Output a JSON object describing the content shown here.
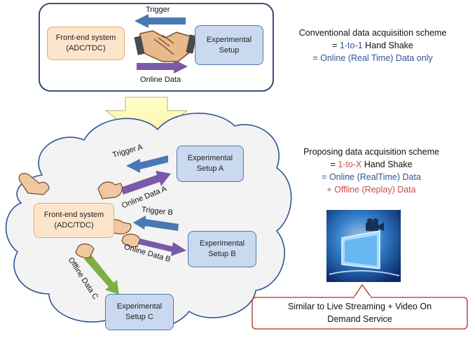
{
  "top": {
    "frontend": [
      "Front-end system",
      "(ADC/TDC)"
    ],
    "experimental": [
      "Experimental",
      "Setup"
    ],
    "trigger": "Trigger",
    "online_data": "Online Data"
  },
  "conventional": {
    "title": "Conventional data acquisition scheme",
    "line2_eq": "= ",
    "line2_hl": "1-to-1",
    "line2_rest": " Hand Shake",
    "line3": "= Online (Real Time) Data only"
  },
  "proposing": {
    "title": "Proposing data acquisition scheme",
    "line2_eq": "= ",
    "line2_hl": "1-to-X",
    "line2_rest": " Hand Shake",
    "line3": "= Online (RealTime) Data",
    "line4": "+ Offline (Replay) Data"
  },
  "cloud": {
    "frontend": [
      "Front-end system",
      "(ADC/TDC)"
    ],
    "setup_a": [
      "Experimental",
      "Setup A"
    ],
    "setup_b": [
      "Experimental",
      "Setup B"
    ],
    "setup_c": [
      "Experimental",
      "Setup C"
    ],
    "trigger_a": "Trigger A",
    "online_a": "Online Data A",
    "trigger_b": "Trigger B",
    "online_b": "Online Data B",
    "offline_c": "Offline Data C"
  },
  "callout": [
    "Similar to Live Streaming + Video On",
    "Demand Service"
  ],
  "colors": {
    "frontend_fill": "#fde5cc",
    "frontend_border": "#f0a860",
    "setup_fill": "#c9d9ef",
    "setup_border": "#4a78b5",
    "trigger_arrow": "#4a78b5",
    "online_arrow": "#7a5aa8",
    "offline_arrow": "#7db043",
    "callout_border": "#c0504d",
    "highlight_text": "#2f5597",
    "replay_text": "#c0504d"
  },
  "icons": [
    "handshake-icon",
    "hand-icon",
    "video-camera-icon",
    "monitor-icon"
  ]
}
